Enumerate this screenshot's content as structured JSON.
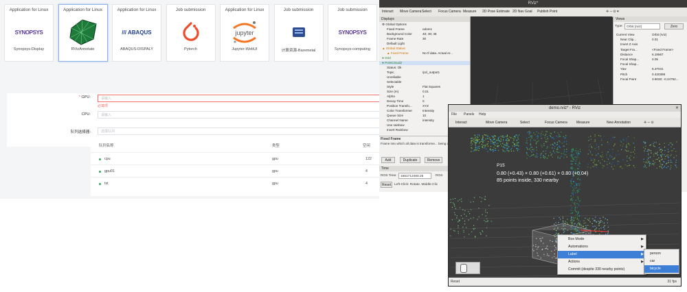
{
  "portal": {
    "cards": [
      {
        "title": "Application for Linux",
        "logo": "synopsys",
        "label": "Synopsys-Display",
        "selected": false
      },
      {
        "title": "Application for Linux",
        "logo": "rviz",
        "label": "RVizAnnotate",
        "selected": true
      },
      {
        "title": "Application for Linux",
        "logo": "abaqus",
        "label": "ABAQUS-DISPALY",
        "selected": false
      },
      {
        "title": "Job submission",
        "logo": "pytorch",
        "label": "Pytorch",
        "selected": false
      },
      {
        "title": "Application for Linux",
        "logo": "jupyter",
        "label": "Jupyter-WebUI",
        "selected": false
      },
      {
        "title": "Job submission",
        "logo": "baremetal",
        "label": "计算资源-Baremetal",
        "selected": false
      },
      {
        "title": "Job submission",
        "logo": "synopsys",
        "label": "Synopsys-computing",
        "selected": false
      }
    ],
    "logo_text": {
      "synopsys": "SYNOPSYS",
      "abaqus": "ABAQUS",
      "jupyter": "jupyter"
    },
    "form": {
      "gpu_label": "GPU:",
      "gpu_required": "*",
      "gpu_placeholder": "请输入",
      "gpu_error": "必填项",
      "cpu_label": "CPU:",
      "cpu_placeholder": "请输入",
      "queue_label": "队列选择器:",
      "queue_placeholder": "选择队列"
    },
    "table": {
      "headers": [
        "队列名称",
        "类型",
        "空闲"
      ],
      "rows": [
        [
          "cpu",
          "gpu",
          "122"
        ],
        [
          "gpu01",
          "gpu",
          "4"
        ],
        [
          "txt",
          "gpu",
          "4"
        ]
      ]
    }
  },
  "rviz1": {
    "title": "RViz*",
    "toolbar": [
      "Interact",
      "Move Camera",
      "Select",
      "Focus Camera",
      "Measure",
      "2D Pose Estimate",
      "2D Nav Goal",
      "Publish Point"
    ],
    "displays_title": "Displays",
    "props": [
      {
        "k": "Global Options",
        "v": "",
        "indent": 0,
        "head": true
      },
      {
        "k": "Fixed Frame",
        "v": "odom1",
        "indent": 1
      },
      {
        "k": "Background Color",
        "v": "48; 48; 48",
        "indent": 1
      },
      {
        "k": "Frame Rate",
        "v": "30",
        "indent": 1
      },
      {
        "k": "Default Light",
        "v": "",
        "indent": 1
      },
      {
        "k": "Global Status:",
        "v": "",
        "indent": 0,
        "warn": true
      },
      {
        "k": "Fixed Frame",
        "v": "No tf data. Actual er...",
        "indent": 1,
        "warn": true
      },
      {
        "k": "Grid",
        "v": "",
        "indent": 0,
        "ok": true
      },
      {
        "k": "PointCloud2",
        "v": "",
        "indent": 0,
        "ok": true,
        "sel": true
      },
      {
        "k": "Status: Ok",
        "v": "",
        "indent": 1
      },
      {
        "k": "Topic",
        "v": "/pcl_output1",
        "indent": 1
      },
      {
        "k": "Unreliable",
        "v": "",
        "indent": 1
      },
      {
        "k": "Selectable",
        "v": "",
        "indent": 1
      },
      {
        "k": "Style",
        "v": "Flat Squares",
        "indent": 1
      },
      {
        "k": "Size (m)",
        "v": "0.01",
        "indent": 1
      },
      {
        "k": "Alpha",
        "v": "1",
        "indent": 1
      },
      {
        "k": "Decay Time",
        "v": "0",
        "indent": 1
      },
      {
        "k": "Position Transfo...",
        "v": "XYZ",
        "indent": 1
      },
      {
        "k": "Color Transformer",
        "v": "Intensity",
        "indent": 1
      },
      {
        "k": "Queue Size",
        "v": "10",
        "indent": 1
      },
      {
        "k": "Channel Name",
        "v": "intensity",
        "indent": 1
      },
      {
        "k": "Use rainbow",
        "v": "",
        "indent": 1
      },
      {
        "k": "Invert Rainbow",
        "v": "",
        "indent": 1
      }
    ],
    "desc_title": "Fixed Frame",
    "desc_text": "Frame into which all data is transforme... being displayed.",
    "buttons": [
      "Add",
      "Duplicate",
      "Remove"
    ],
    "time_title": "Time",
    "ros_time_label": "ROS Time:",
    "ros_time_value": "1661712460.25",
    "ros_label": "ROS",
    "reset": "Reset",
    "hint": "Left-Click: Rotate. Middle-Clic",
    "views_title": "Views",
    "type_label": "Type:",
    "type_value": "Orbit (rviz)",
    "zero": "Zero",
    "view_props": [
      {
        "k": "Current View",
        "v": "Orbit (rviz)",
        "head": true
      },
      {
        "k": "Near Clip...",
        "v": "0.01"
      },
      {
        "k": "Invert Z Axis",
        "v": ""
      },
      {
        "k": "Target Fra...",
        "v": "<Fixed Frame>"
      },
      {
        "k": "Distance",
        "v": "6.19567"
      },
      {
        "k": "Focal Shap...",
        "v": "0.05"
      },
      {
        "k": "Focal Shap...",
        "v": ""
      },
      {
        "k": "Yaw",
        "v": "6.37041"
      },
      {
        "k": "Pitch",
        "v": "0.420398"
      },
      {
        "k": "Focal Point",
        "v": "3.6032; -0.24752..."
      }
    ]
  },
  "rviz2": {
    "title": "demo.rviz* - RViz",
    "menu": [
      "File",
      "Panels",
      "Help"
    ],
    "toolbar": [
      "Interact",
      "Move Camera",
      "Select",
      "Focus Camera",
      "Measure",
      "New Annotation"
    ],
    "overlay_id": "P15",
    "overlay_dims": "0.80  (+0.43)  ×  0.80  (+0.61)  ×  0.80  (+0.04)",
    "overlay_count": "85  points  inside,  330  nearby",
    "menu_items": [
      {
        "label": "Box Mode",
        "arrow": true
      },
      {
        "label": "Automations",
        "arrow": true
      },
      {
        "label": "Label",
        "arrow": true,
        "hl": true
      },
      {
        "label": "Actions",
        "arrow": true
      },
      {
        "label": "Commit (despite 330 nearby points)",
        "arrow": false
      }
    ],
    "submenu": [
      {
        "label": "person",
        "hl": false
      },
      {
        "label": "car",
        "hl": false
      },
      {
        "label": "bicycle",
        "hl": true
      }
    ],
    "reset": "Reset",
    "fps": "31 fps"
  }
}
